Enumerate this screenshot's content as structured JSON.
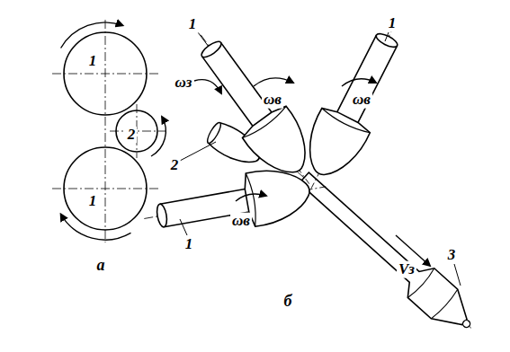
{
  "diagram": {
    "nodes": [
      {
        "text": [
          "1"
        ]
      },
      {
        "text": [
          "2"
        ]
      },
      {
        "text": [
          "1"
        ]
      }
    ],
    "labels": [
      "1",
      "1",
      "ωз",
      "ωв",
      "ωв",
      "2",
      "ωв",
      "1",
      "Vз",
      "3",
      "а",
      "б"
    ]
  }
}
